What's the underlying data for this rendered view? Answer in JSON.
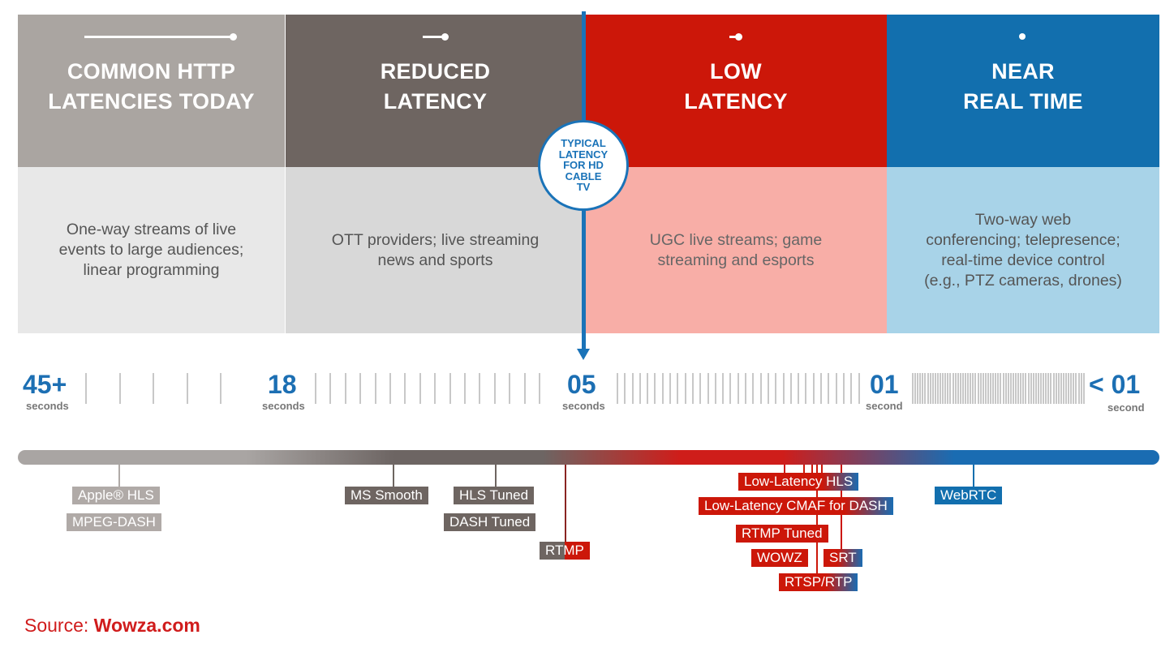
{
  "columns": [
    {
      "title": "COMMON HTTP\nLATENCIES TODAY",
      "description": "One-way streams of live\nevents to large audiences;\nlinear programming",
      "head_color": "#aaa5a1",
      "body_color": "#e8e8e8",
      "text_color": "#555555"
    },
    {
      "title": "REDUCED\nLATENCY",
      "description": "OTT providers; live streaming\nnews and sports",
      "head_color": "#6e6561",
      "body_color": "#d8d8d8",
      "text_color": "#555555"
    },
    {
      "title": "LOW\nLATENCY",
      "description": "UGC live streams; game\nstreaming and esports",
      "head_color": "#cc1709",
      "body_color": "#f8aea7",
      "text_color": "#666666"
    },
    {
      "title": "NEAR\nREAL TIME",
      "description": "Two-way web\nconferencing; telepresence;\nreal-time device control\n(e.g., PTZ cameras, drones)",
      "head_color": "#126fae",
      "body_color": "#a8d3e8",
      "text_color": "#555555"
    }
  ],
  "typical": {
    "text": "TYPICAL\nLATENCY\nFOR HD\nCABLE\nTV",
    "color": "#1a73b8"
  },
  "axis": [
    {
      "value": "45+",
      "unit": "seconds"
    },
    {
      "value": "18",
      "unit": "seconds"
    },
    {
      "value": "05",
      "unit": "seconds"
    },
    {
      "value": "01",
      "unit": "second"
    },
    {
      "value": "< 01",
      "unit": "second"
    }
  ],
  "protocols": {
    "apple_hls": {
      "text": "Apple® HLS"
    },
    "mpeg_dash": {
      "text": "MPEG-DASH"
    },
    "ms_smooth": {
      "text": "MS Smooth"
    },
    "hls_tuned": {
      "text": "HLS Tuned"
    },
    "dash_tuned": {
      "text": "DASH Tuned"
    },
    "rtmp": {
      "text": "RTMP"
    },
    "ll_hls": {
      "text": "Low-Latency HLS"
    },
    "ll_cmaf": {
      "text": "Low-Latency CMAF for DASH"
    },
    "rtmp_tuned": {
      "text": "RTMP Tuned"
    },
    "wowz": {
      "text": "WOWZ"
    },
    "srt": {
      "text": "SRT"
    },
    "rtsp": {
      "text": "RTSP/RTP"
    },
    "webrtc": {
      "text": "WebRTC"
    }
  },
  "source": {
    "prefix": "Source: ",
    "name": "Wowza.com"
  }
}
